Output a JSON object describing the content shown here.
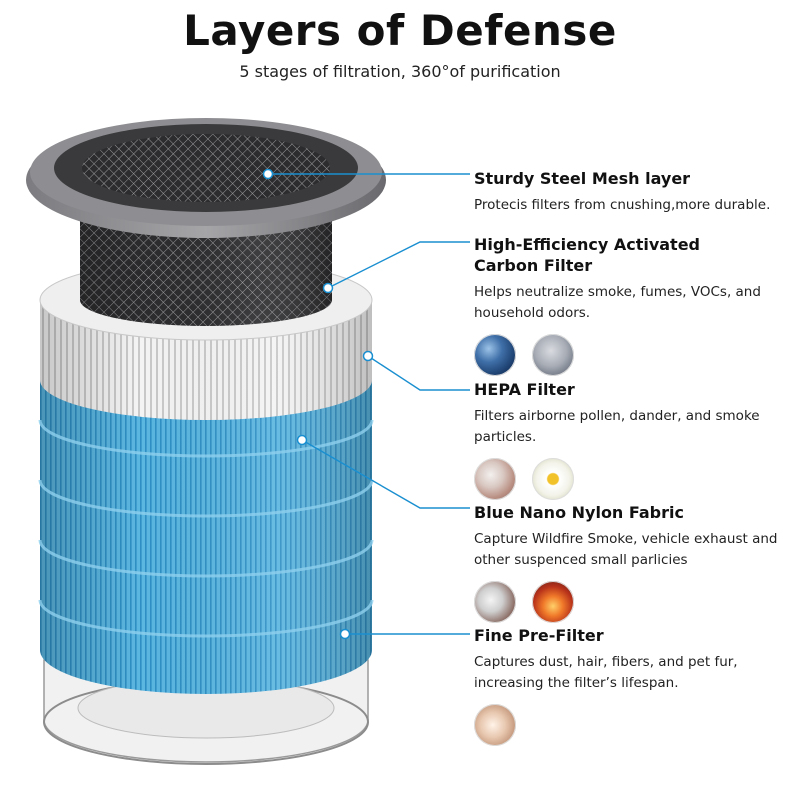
{
  "header": {
    "title": "Layers of Defense",
    "subtitle": "5 stages of filtration, 360°of purification"
  },
  "colors": {
    "accent_blue": "#3aa7d9",
    "filter_blue": "#4aaed8",
    "callout_line": "#1a8fd0",
    "frame_gray": "#6f6f72"
  },
  "layers": [
    {
      "title": "Sturdy Steel Mesh layer",
      "description": "Protecis filters from cnushing,more durable.",
      "images": []
    },
    {
      "title": "High-Efficiency Activated Carbon Filter",
      "description": "Helps neutralize smoke, fumes, VOCs, and household odors.",
      "images": [
        "blue-particles-image",
        "smoke-stack-image"
      ]
    },
    {
      "title": "HEPA Filter",
      "description": "Filters airborne pollen, dander, and smoke particles.",
      "images": [
        "pollen-image",
        "flower-image"
      ]
    },
    {
      "title": "Blue Nano Nylon Fabric",
      "description": "Capture Wildfire Smoke, vehicle exhaust and other suspenced small parlicies",
      "images": [
        "exhaust-smoke-image",
        "wildfire-image"
      ]
    },
    {
      "title": "Fine Pre-Filter",
      "description": "Captures dust, hair, fibers, and pet fur, increasing the filter’s lifespan.",
      "images": [
        "dust-image"
      ]
    }
  ]
}
